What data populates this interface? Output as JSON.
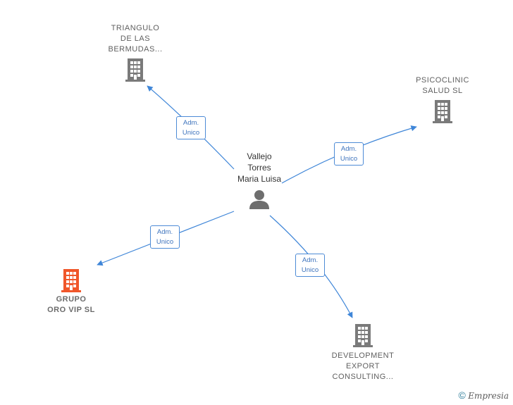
{
  "center": {
    "name": "Vallejo\nTorres\nMaria Luisa",
    "icon": "person-icon"
  },
  "companies": [
    {
      "id": "triangulo",
      "name": "TRIANGULO\nDE LAS\nBERMUDAS...",
      "icon": "building-icon",
      "color": "#7a7a7a",
      "highlight": false
    },
    {
      "id": "psicoclinic",
      "name": "PSICOCLINIC\nSALUD  SL",
      "icon": "building-icon",
      "color": "#7a7a7a",
      "highlight": false
    },
    {
      "id": "grupo",
      "name": "GRUPO\nORO VIP  SL",
      "icon": "building-icon",
      "color": "#f0562a",
      "highlight": true
    },
    {
      "id": "development",
      "name": "DEVELOPMENT\nEXPORT\nCONSULTING...",
      "icon": "building-icon",
      "color": "#7a7a7a",
      "highlight": false
    }
  ],
  "relations": [
    {
      "to": "triangulo",
      "label_line1": "Adm.",
      "label_line2": "Unico"
    },
    {
      "to": "psicoclinic",
      "label_line1": "Adm.",
      "label_line2": "Unico"
    },
    {
      "to": "grupo",
      "label_line1": "Adm.",
      "label_line2": "Unico"
    },
    {
      "to": "development",
      "label_line1": "Adm.",
      "label_line2": "Unico"
    }
  ],
  "colors": {
    "edge": "#3f86d8",
    "badge_border": "#4d8bd6",
    "person_icon": "#6e6e6e"
  },
  "watermark": {
    "symbol": "©",
    "brand": "Empresia"
  }
}
